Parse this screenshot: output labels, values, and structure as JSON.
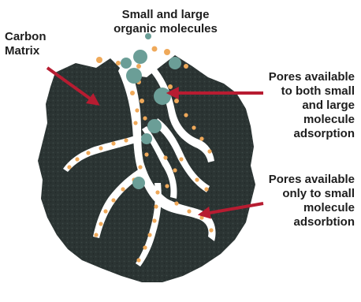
{
  "title": {
    "line1": "Small and large",
    "line2": "organic molecules"
  },
  "labels": {
    "carbon_matrix": {
      "line1": "Carbon",
      "line2": "Matrix"
    },
    "pores_both": {
      "line1": "Pores available",
      "line2": "to both small",
      "line3": "and large",
      "line4": "molecule",
      "line5": "adsorption"
    },
    "pores_small": {
      "line1": "Pores available",
      "line2": "only to small",
      "line3": "molecule",
      "line4": "adsorbtion"
    }
  },
  "colors": {
    "matrix": "#2b3433",
    "matrix_texture": "#3c4745",
    "small_molecule": "#efa95a",
    "large_molecule": "#6b9e97",
    "arrow": "#b71c31",
    "text": "#1e1e1e"
  }
}
